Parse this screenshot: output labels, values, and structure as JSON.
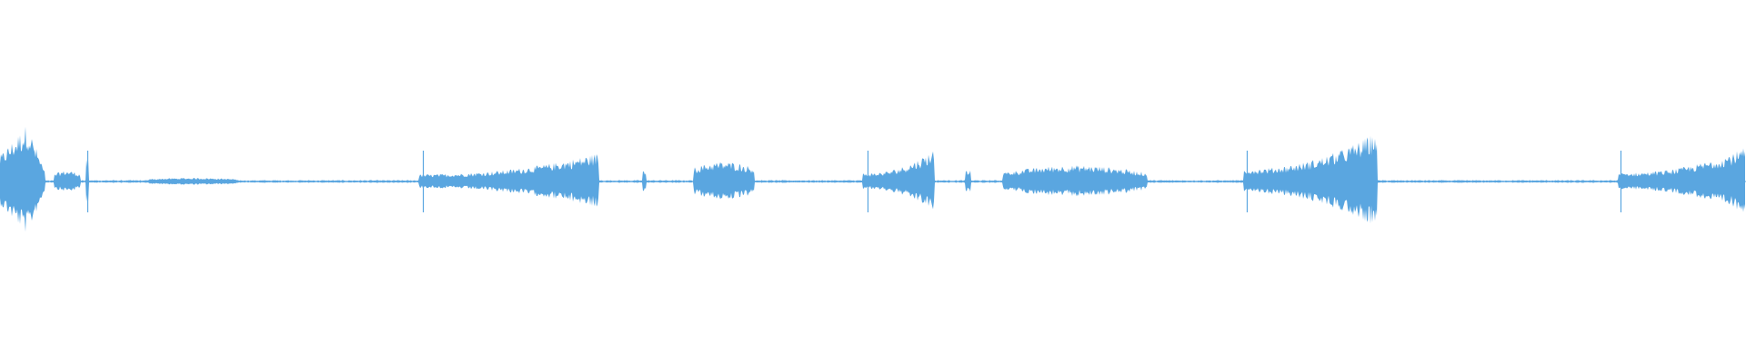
{
  "colors": {
    "background": "#ffffff",
    "waveform": "#5aa6e0"
  },
  "waveform": {
    "duration_fraction_segments": [
      {
        "start": 0.0,
        "end": 0.026,
        "peak": 0.16,
        "shape": "burst"
      },
      {
        "start": 0.031,
        "end": 0.046,
        "peak": 0.03,
        "shape": "flat"
      },
      {
        "start": 0.049,
        "end": 0.051,
        "peak": 0.06,
        "shape": "spike"
      },
      {
        "start": 0.085,
        "end": 0.135,
        "peak": 0.01,
        "shape": "flat"
      },
      {
        "start": 0.24,
        "end": 0.343,
        "peak": 0.08,
        "shape": "swell"
      },
      {
        "start": 0.368,
        "end": 0.37,
        "peak": 0.03,
        "shape": "spike"
      },
      {
        "start": 0.397,
        "end": 0.432,
        "peak": 0.055,
        "shape": "flat"
      },
      {
        "start": 0.494,
        "end": 0.535,
        "peak": 0.09,
        "shape": "swell"
      },
      {
        "start": 0.553,
        "end": 0.556,
        "peak": 0.03,
        "shape": "spike"
      },
      {
        "start": 0.574,
        "end": 0.657,
        "peak": 0.045,
        "shape": "hump"
      },
      {
        "start": 0.712,
        "end": 0.789,
        "peak": 0.14,
        "shape": "swell"
      },
      {
        "start": 0.927,
        "end": 1.0,
        "peak": 0.095,
        "shape": "swell"
      }
    ],
    "transients": [
      0.017,
      0.05,
      0.242,
      0.497,
      0.714,
      0.928
    ],
    "baseline_amplitude": 0.003
  }
}
